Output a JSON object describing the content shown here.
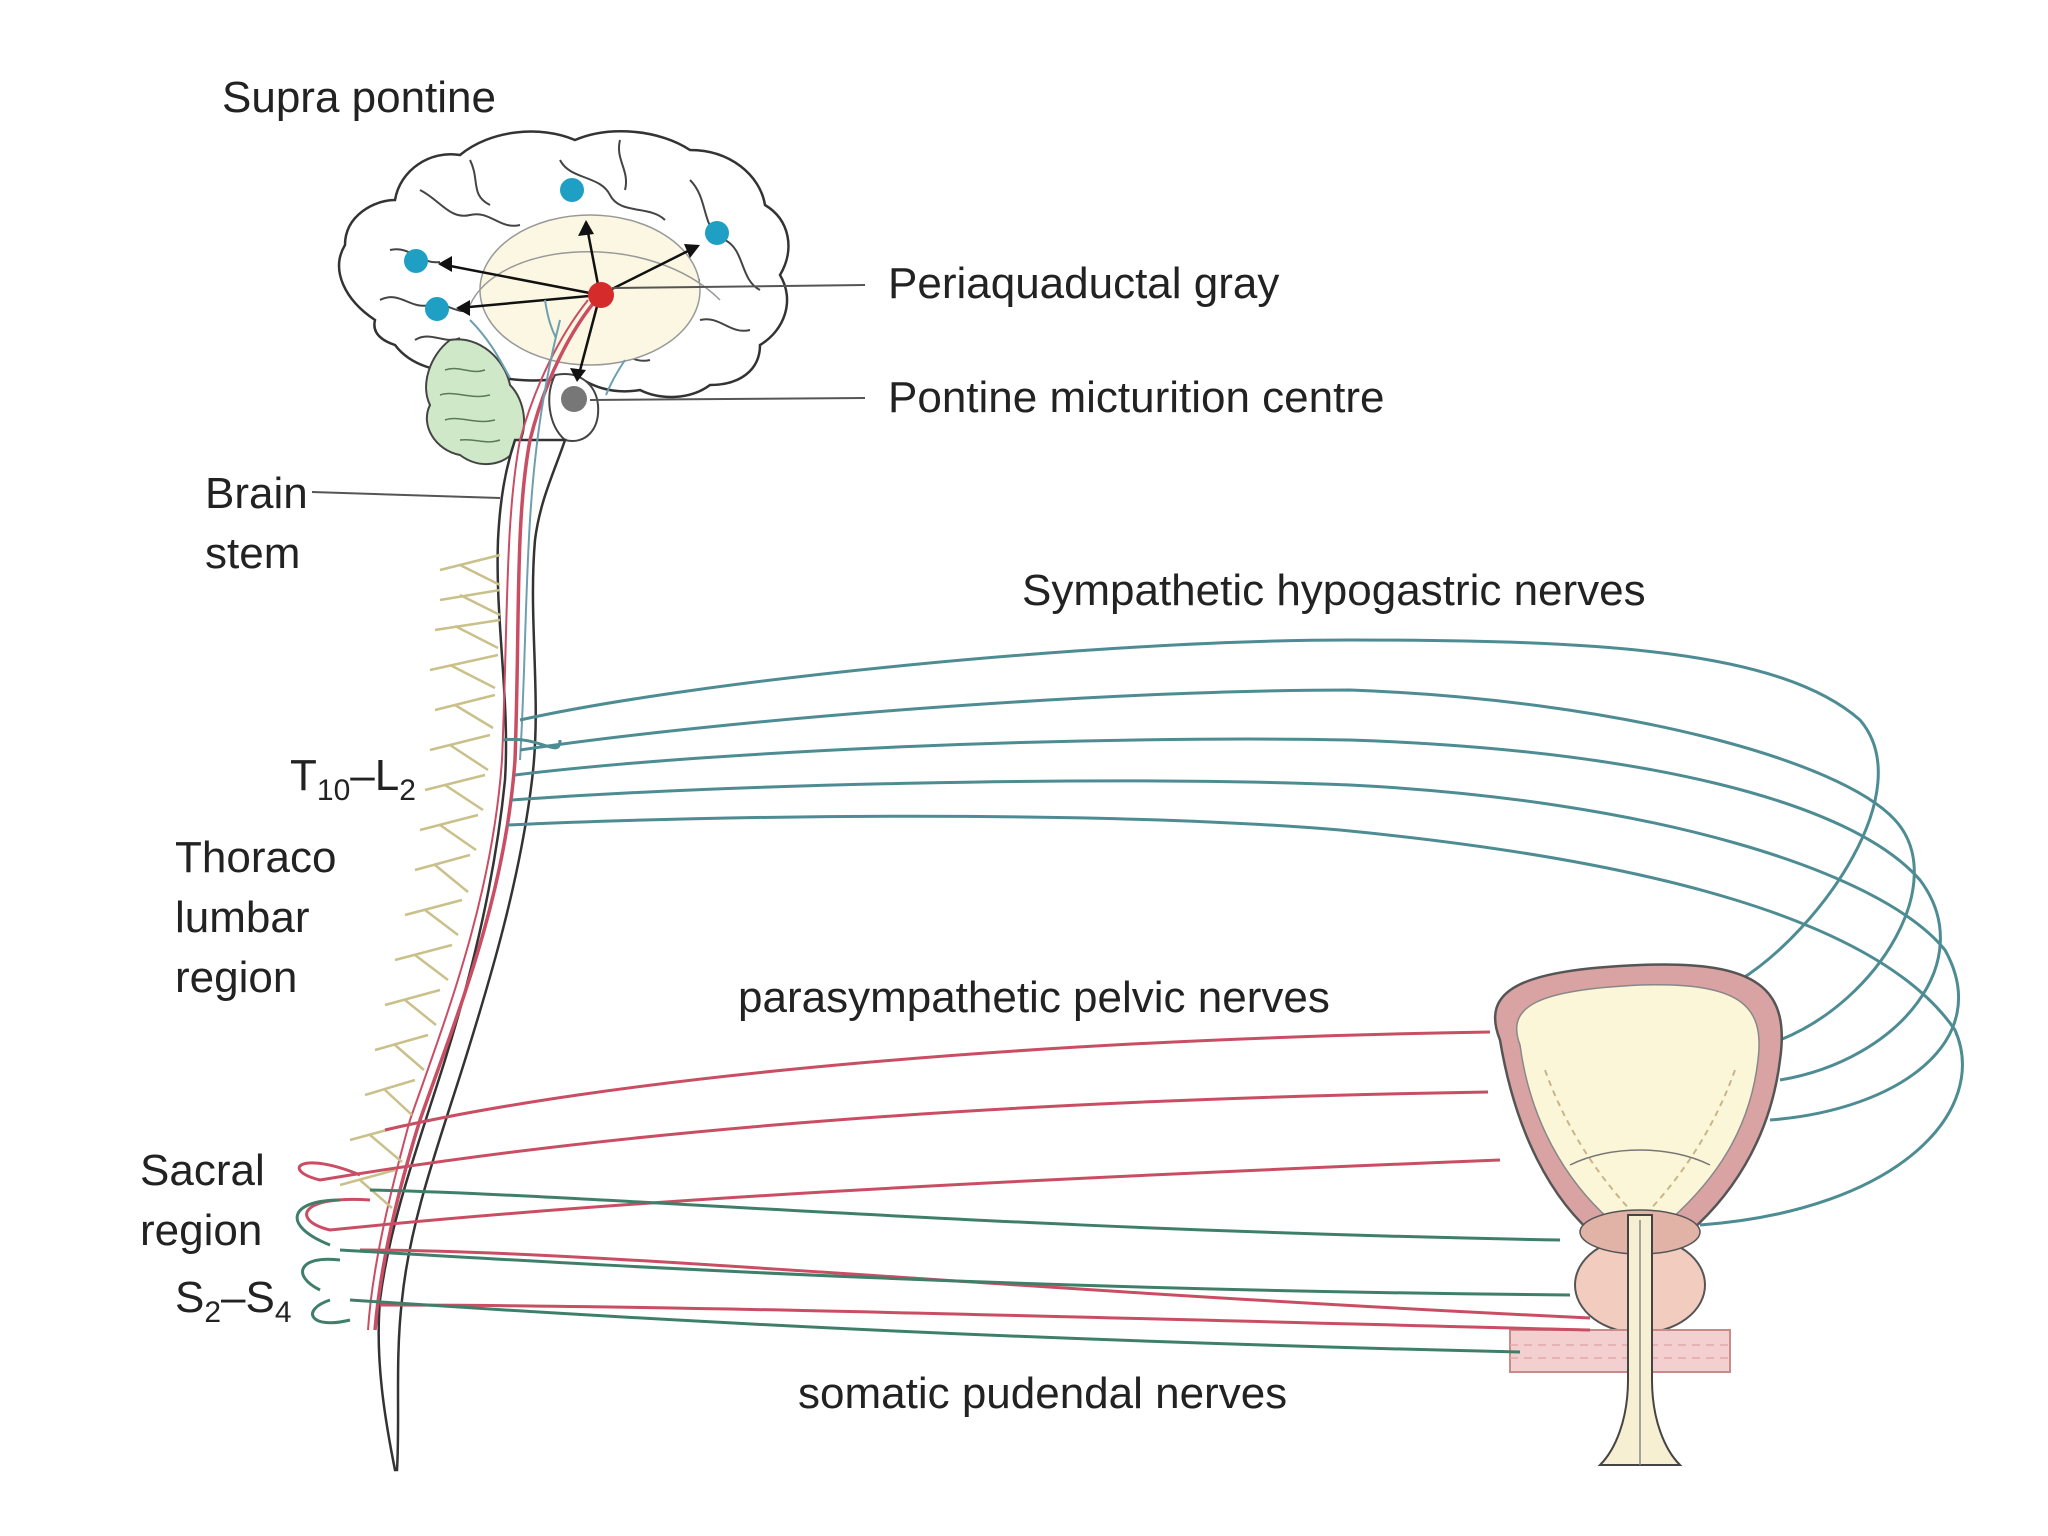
{
  "labels": {
    "supra_pontine": "Supra pontine",
    "periaqueductal_gray": "Periaquaductal gray",
    "pontine_micturition_centre": "Pontine micturition centre",
    "brain_stem_line1": "Brain",
    "brain_stem_line2": "stem",
    "sympathetic": "Sympathetic hypogastric nerves",
    "t10_l2": {
      "letter1": "T",
      "sub1": "10",
      "dash": "–",
      "letter2": "L",
      "sub2": "2"
    },
    "thoraco_line1": "Thoraco",
    "thoraco_line2": "lumbar",
    "thoraco_line3": "region",
    "parasympathetic": "parasympathetic pelvic nerves",
    "sacral_line1": "Sacral",
    "sacral_line2": "region",
    "s2_s4": {
      "letter1": "S",
      "sub1": "2",
      "dash": "–",
      "letter2": "S",
      "sub2": "4"
    },
    "somatic": "somatic pudendal nerves"
  },
  "colors": {
    "sympathetic_nerve": "#4e8c93",
    "parasympathetic_nerve": "#c94e64",
    "somatic_nerve": "#3f7f6a",
    "supra_pontine_dots": "#1f9fc4",
    "periaqueductal_dot": "#d62b2b",
    "pontine_dot": "#777777",
    "cerebellum": "#cfe8c7",
    "bladder_fill": "#fbf6d8",
    "bladder_wall": "#d9a3a3",
    "prostate": "#f2cdbf",
    "ganglia": "#f3e9b8"
  }
}
